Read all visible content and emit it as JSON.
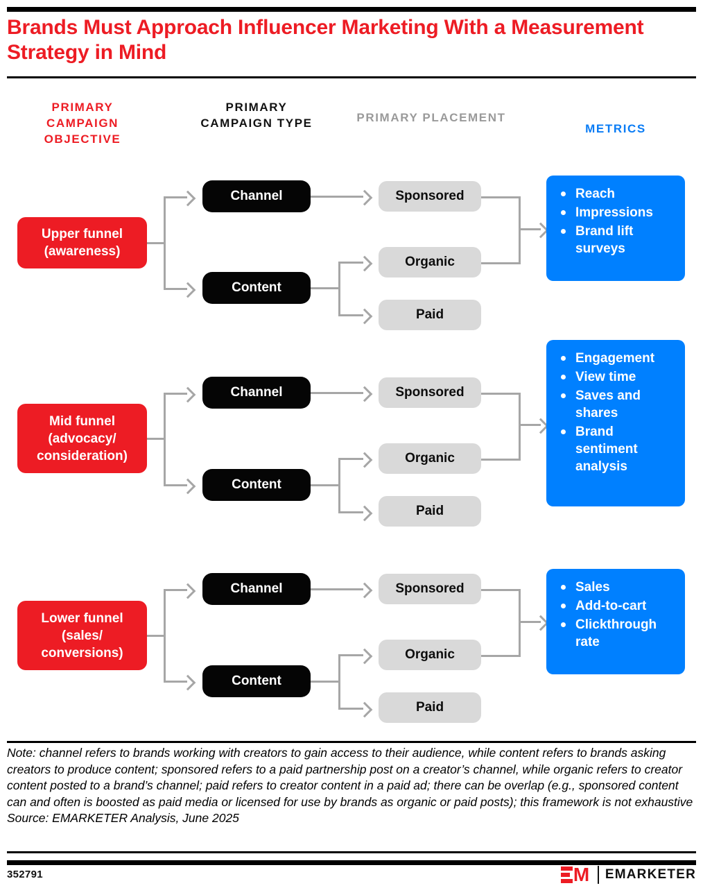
{
  "title": "Brands Must Approach Influencer Marketing With a Measurement Strategy in Mind",
  "columns": {
    "objective": "PRIMARY CAMPAIGN OBJECTIVE",
    "type": "PRIMARY CAMPAIGN TYPE",
    "placement": "PRIMARY PLACEMENT",
    "metrics": "METRICS"
  },
  "colors": {
    "red": "#ED1C24",
    "blue": "#0080FF",
    "metrics_header": "#0a7cf5",
    "black": "#050505",
    "gray_box": "#D9D9D9",
    "gray_line": "#A6A6A6",
    "gray_header": "#9A9A9A"
  },
  "rows": [
    {
      "objective": "Upper funnel (awareness)",
      "types": [
        "Channel",
        "Content"
      ],
      "placements": [
        "Sponsored",
        "Organic",
        "Paid"
      ],
      "metrics": [
        "Reach",
        "Impressions",
        "Brand lift surveys"
      ]
    },
    {
      "objective": "Mid funnel (advocacy/ consideration)",
      "types": [
        "Channel",
        "Content"
      ],
      "placements": [
        "Sponsored",
        "Organic",
        "Paid"
      ],
      "metrics": [
        "Engagement",
        "View time",
        "Saves and shares",
        "Brand sentiment analysis"
      ]
    },
    {
      "objective": "Lower funnel (sales/ conversions)",
      "types": [
        "Channel",
        "Content"
      ],
      "placements": [
        "Sponsored",
        "Organic",
        "Paid"
      ],
      "metrics": [
        "Sales",
        "Add-to-cart",
        "Clickthrough rate"
      ]
    }
  ],
  "note": "Note: channel refers to brands working with creators to gain access to their audience, while content refers to brands asking creators to produce content; sponsored refers to a paid partnership post on a creator’s channel, while organic refers to creator content posted to a brand’s channel; paid refers to creator content in a paid ad; there can be overlap (e.g., sponsored content can and often is boosted as paid media or licensed for use by brands as organic or paid posts); this framework is not exhaustive",
  "source": "Source: EMARKETER Analysis, June 2025",
  "footer": {
    "figure_id": "352791",
    "logo_mark": "EM",
    "logo_word": "EMARKETER"
  }
}
